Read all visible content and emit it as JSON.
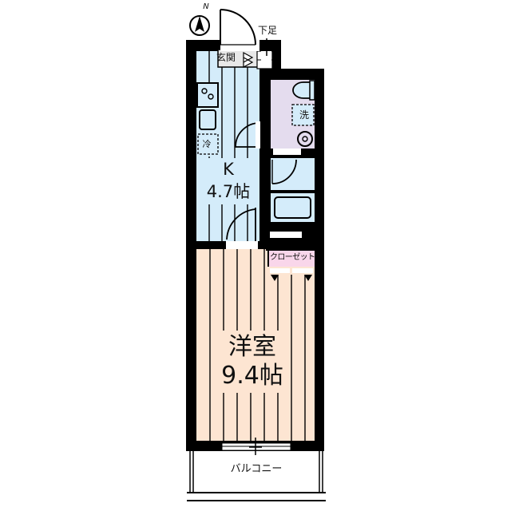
{
  "floor_plan": {
    "compass": {
      "label": "N"
    },
    "rooms": {
      "kitchen": {
        "name": "K",
        "size": "4.7帖",
        "color": "#d4ecfa"
      },
      "western_room": {
        "name": "洋室",
        "size": "9.4帖",
        "color": "#fde5d2"
      },
      "bath_toilet": {
        "color": "#e4dcee"
      },
      "closet": {
        "label": "クローゼット",
        "color": "#f9d6ea"
      },
      "entrance": {
        "label": "玄関"
      },
      "shoe_box": {
        "label": "下足"
      },
      "balcony": {
        "label": "バルコニー"
      }
    },
    "fixtures": {
      "refrigerator": {
        "label": "冷"
      },
      "washer": {
        "label": "洗"
      }
    },
    "colors": {
      "wall": "#000000",
      "kitchen": "#d4ecfa",
      "western_room": "#fde5d2",
      "bath": "#d4ecfa",
      "toilet": "#e4dcee",
      "closet": "#f9d6ea",
      "background": "#ffffff"
    }
  }
}
